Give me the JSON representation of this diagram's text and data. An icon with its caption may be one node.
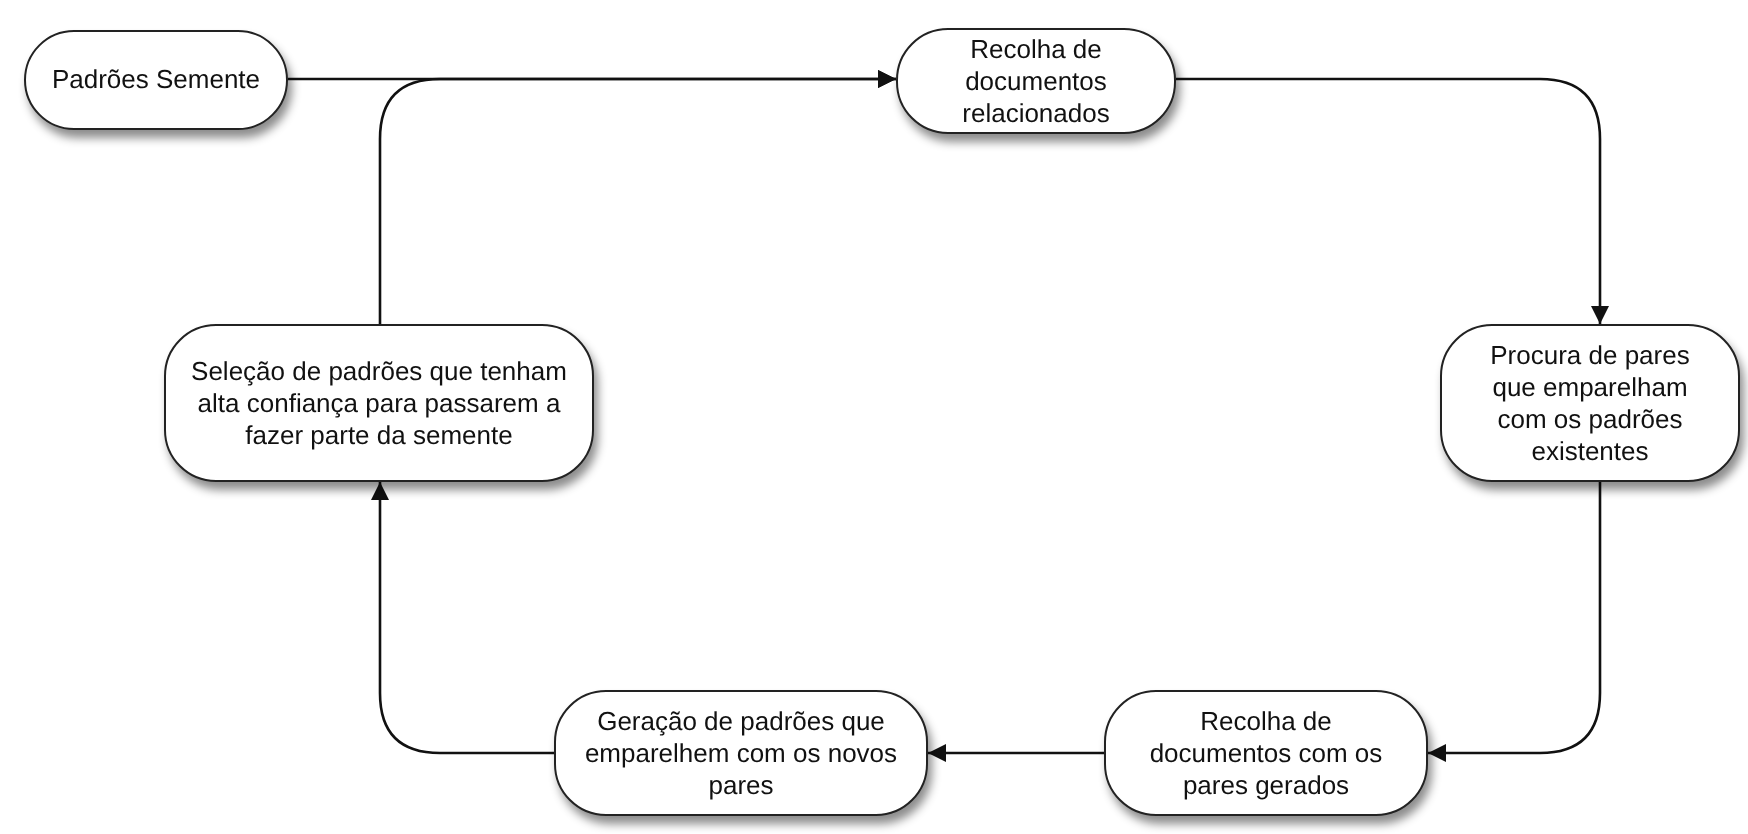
{
  "diagram": {
    "nodes": [
      {
        "text": [
          "Padrões Semente"
        ]
      },
      {
        "text": [
          "Recolha de documentos relacionados"
        ]
      },
      {
        "text": [
          "Procura de pares que emparelham com os padrões existentes"
        ]
      },
      {
        "text": [
          "Recolha de documentos com os pares gerados"
        ]
      },
      {
        "text": [
          "Geração de padrões que emparelhem com os novos pares"
        ]
      },
      {
        "text": [
          "Seleção de padrões que tenham alta confiança para passarem a fazer parte da semente"
        ]
      }
    ],
    "edges": [
      {
        "from": 0,
        "to": 1,
        "arrow": "to"
      },
      {
        "from": 5,
        "to": 1,
        "arrow": "to"
      },
      {
        "from": 1,
        "to": 2,
        "arrow": "to"
      },
      {
        "from": 2,
        "to": 3,
        "arrow": "to"
      },
      {
        "from": 3,
        "to": 4,
        "arrow": "to"
      },
      {
        "from": 4,
        "to": 5,
        "arrow": "to"
      }
    ]
  }
}
